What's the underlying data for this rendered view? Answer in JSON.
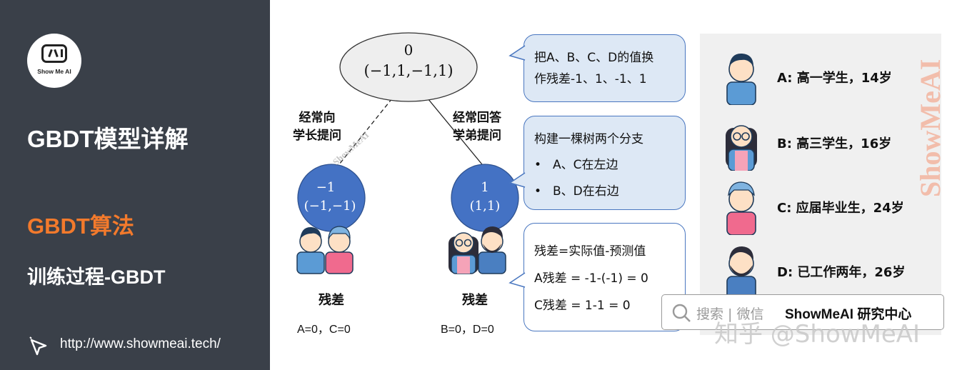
{
  "sidebar": {
    "logo_text": "Show Me AI",
    "title": "GBDT模型详解",
    "section": "GBDT算法",
    "subsection": "训练过程-GBDT",
    "url": "http://www.showmeai.tech/",
    "cursor_icon": "cursor-click-icon"
  },
  "tree": {
    "root": {
      "line1": "0",
      "line2": "(−1,1,−1,1)"
    },
    "left_edge_label": [
      "经常向",
      "学长提问"
    ],
    "right_edge_label": [
      "经常回答",
      "学弟提问"
    ],
    "left_leaf": {
      "line1": "−1",
      "line2": "(−1,−1)"
    },
    "right_leaf": {
      "line1": "1",
      "line2": "(1,1)"
    },
    "left_residual_title": "残差",
    "left_residual_values": "A=0，C=0",
    "right_residual_title": "残差",
    "right_residual_values": "B=0，D=0"
  },
  "callouts": {
    "c1": [
      "把A、B、C、D的值换",
      "作残差-1、1、-1、1"
    ],
    "c2_title": "构建一棵树两个分支",
    "c2_bullets": [
      "A、C在左边",
      "B、D在右边"
    ],
    "c3": [
      "残差=实际值-预测值",
      "A残差 = -1-(-1) = 0",
      "C残差 = 1-1 = 0"
    ]
  },
  "people": [
    {
      "label": "A: 高一学生，14岁",
      "icon": "student-boy-icon"
    },
    {
      "label": "B: 高三学生，16岁",
      "icon": "student-girl-glasses-icon"
    },
    {
      "label": "C: 应届毕业生，24岁",
      "icon": "graduate-cap-icon"
    },
    {
      "label": "D: 已工作两年，26岁",
      "icon": "bearded-man-icon"
    }
  ],
  "search": {
    "hint": "搜索 | 微信",
    "brand": "ShowMeAI 研究中心"
  },
  "watermarks": {
    "zhihu": "知乎 @ShowMeAI",
    "vertical": "ShowMeAI",
    "diagonal": "ShowMeAI"
  },
  "colors": {
    "sidebar_bg": "#3a4049",
    "accent_orange": "#f37a2c",
    "node_blue": "#4472c4",
    "callout_fill": "#dde8f5",
    "callout_border": "#4a77c0"
  }
}
